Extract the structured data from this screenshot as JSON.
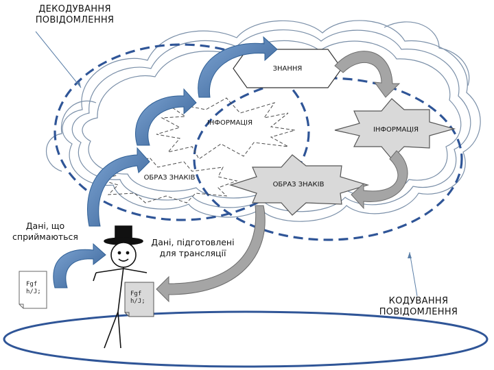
{
  "labels": {
    "decode_title": "ДЕКОДУВАННЯ\nПОВІДОМЛЕННЯ",
    "encode_title": "КОДУВАННЯ\nПОВІДОМЛЕННЯ",
    "knowledge": "ЗНАННЯ",
    "info_left": "ІНФОРМАЦІЯ",
    "info_right": "ІНФОРМАЦІЯ",
    "signs_left": "ОБРАЗ ЗНАКІВ",
    "signs_right": "ОБРАЗ ЗНАКІВ",
    "perceived_data": "Дані, що\nсприймаються",
    "prepared_data": "Дані, підготовлені\nдля трансляції",
    "doc_left": "Fgf\nh/J;",
    "doc_right": "Fgf\nh/J;"
  },
  "colors": {
    "blue_arrow": "#4f81bd",
    "blue_arrow_dark": "#2f5f95",
    "grey_arrow": "#a5a5a5",
    "grey_shape": "#d9d9d9",
    "dashed": "#2f5597",
    "cloud_line": "#7a8fa8"
  }
}
